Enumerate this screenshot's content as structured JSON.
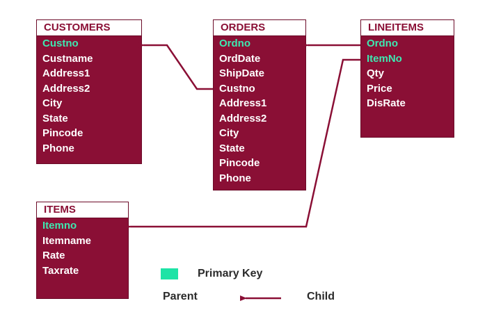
{
  "tables": {
    "customers": {
      "name": "CUSTOMERS",
      "fields": [
        "Custno",
        "Custname",
        "Address1",
        "Address2",
        "City",
        "State",
        "Pincode",
        "Phone"
      ]
    },
    "orders": {
      "name": "ORDERS",
      "fields": [
        "Ordno",
        "OrdDate",
        "ShipDate",
        "Custno",
        "Address1",
        "Address2",
        "City",
        "State",
        "Pincode",
        "Phone"
      ]
    },
    "lineitems": {
      "name": "LINEITEMS",
      "fields": [
        "Ordno",
        "ItemNo",
        "Qty",
        "Price",
        "DisRate"
      ]
    },
    "items": {
      "name": "ITEMS",
      "fields": [
        "Itemno",
        "Itemname",
        "Rate",
        "Taxrate"
      ]
    }
  },
  "legend": {
    "primary_key_label": "Primary Key",
    "parent_label": "Parent",
    "child_label": "Child"
  },
  "colors": {
    "table_fill": "#8a0f35",
    "primary_key": "#3ee8b0",
    "arrow": "#8a0f35"
  }
}
